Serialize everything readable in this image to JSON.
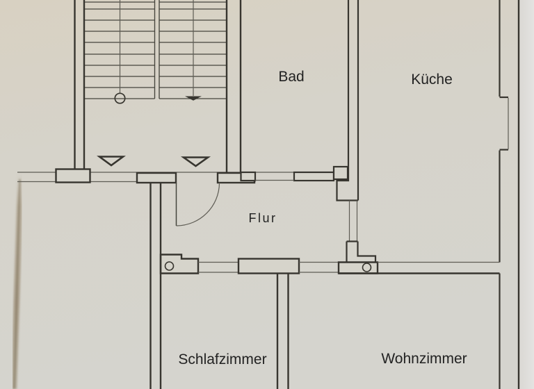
{
  "plan": {
    "rooms": {
      "bad": {
        "label": "Bad"
      },
      "kueche": {
        "label": "Küche"
      },
      "flur": {
        "label": "Flur"
      },
      "schlafzimmer": {
        "label": "Schlafzimmer"
      },
      "wohnzimmer": {
        "label": "Wohnzimmer"
      }
    },
    "colors": {
      "paper": "#d6d3ca",
      "paper_warm_top": "#d8d1c2",
      "paper_edge_right": "#dfdedb",
      "ink": "#37352f",
      "thin_line": "#5e5c54",
      "label_text": "#222222",
      "left_edge_shadow": "#8b7a62"
    }
  }
}
